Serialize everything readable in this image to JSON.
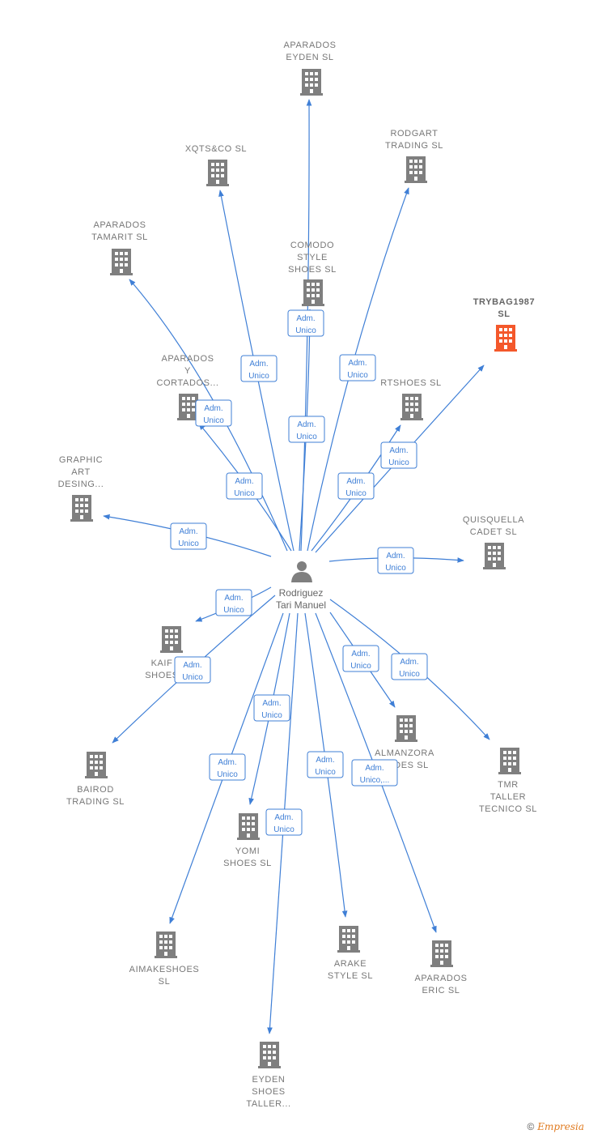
{
  "colors": {
    "edge": "#3f7fd6",
    "building": "#7f7f7f",
    "building_highlight": "#f4582b",
    "person": "#7f7f7f"
  },
  "center": {
    "name_lines": [
      "Rodriguez",
      "Tari Manuel"
    ],
    "icon": "person-icon"
  },
  "nodes": [
    {
      "id": "aparados-eyden",
      "label": [
        "APARADOS",
        "EYDEN  SL"
      ],
      "icon": "building-icon"
    },
    {
      "id": "rodgart",
      "label": [
        "RODGART",
        "TRADING  SL"
      ],
      "icon": "building-icon"
    },
    {
      "id": "xqts",
      "label": [
        "XQTS&CO  SL"
      ],
      "icon": "building-icon"
    },
    {
      "id": "aparados-tamarit",
      "label": [
        "APARADOS",
        "TAMARIT  SL"
      ],
      "icon": "building-icon"
    },
    {
      "id": "comodo",
      "label": [
        "COMODO",
        "STYLE",
        "SHOES  SL"
      ],
      "icon": "building-icon"
    },
    {
      "id": "trybag",
      "label": [
        "TRYBAG1987",
        "SL"
      ],
      "icon": "building-icon",
      "highlight": true
    },
    {
      "id": "aparados-cortados",
      "label": [
        "APARADOS",
        "Y",
        "CORTADOS..."
      ],
      "icon": "building-icon"
    },
    {
      "id": "rtshoes",
      "label": [
        "RTSHOES  SL"
      ],
      "icon": "building-icon"
    },
    {
      "id": "graphic",
      "label": [
        "GRAPHIC",
        "ART",
        "DESING..."
      ],
      "icon": "building-icon"
    },
    {
      "id": "quisquella",
      "label": [
        "QUISQUELLA",
        "CADET  SL"
      ],
      "icon": "building-icon"
    },
    {
      "id": "kaif",
      "label": [
        "KAIF",
        "SHOES"
      ],
      "icon": "building-icon"
    },
    {
      "id": "almanzora",
      "label": [
        "ALMANZORA",
        "SHOES  SL"
      ],
      "icon": "building-icon"
    },
    {
      "id": "tmr",
      "label": [
        "TMR",
        "TALLER",
        "TECNICO  SL"
      ],
      "icon": "building-icon"
    },
    {
      "id": "bairod",
      "label": [
        "BAIROD",
        "TRADING SL"
      ],
      "icon": "building-icon"
    },
    {
      "id": "yomi",
      "label": [
        "YOMI",
        "SHOES  SL"
      ],
      "icon": "building-icon"
    },
    {
      "id": "aimakeshoes",
      "label": [
        "AIMAKESHOES",
        "SL"
      ],
      "icon": "building-icon"
    },
    {
      "id": "arake",
      "label": [
        "ARAKE",
        "STYLE  SL"
      ],
      "icon": "building-icon"
    },
    {
      "id": "aparados-eric",
      "label": [
        "APARADOS",
        "ERIC  SL"
      ],
      "icon": "building-icon"
    },
    {
      "id": "eyden-taller",
      "label": [
        "EYDEN",
        "SHOES",
        "TALLER..."
      ],
      "icon": "building-icon"
    }
  ],
  "relations": [
    {
      "to": "aparados-eyden",
      "label": [
        "Adm.",
        "Unico"
      ]
    },
    {
      "to": "comodo",
      "label": [
        "Adm.",
        "Unico"
      ]
    },
    {
      "to": "rodgart",
      "label": [
        "Adm.",
        "Unico"
      ]
    },
    {
      "to": "xqts",
      "label": [
        "Adm.",
        "Unico"
      ]
    },
    {
      "to": "aparados-tamarit",
      "label": [
        "Adm.",
        "Unico"
      ]
    },
    {
      "to": "aparados-cortados",
      "label": [
        "Adm.",
        "Unico"
      ]
    },
    {
      "to": "rtshoes",
      "label": [
        "Adm.",
        "Unico"
      ]
    },
    {
      "to": "trybag",
      "label": [
        "Adm.",
        "Unico"
      ]
    },
    {
      "to": "graphic",
      "label": [
        "Adm.",
        "Unico"
      ]
    },
    {
      "to": "quisquella",
      "label": [
        "Adm.",
        "Unico"
      ]
    },
    {
      "to": "kaif",
      "label": [
        "Adm.",
        "Unico"
      ]
    },
    {
      "to": "bairod",
      "label": [
        "Adm.",
        "Unico"
      ]
    },
    {
      "to": "almanzora",
      "label": [
        "Adm.",
        "Unico"
      ]
    },
    {
      "to": "tmr",
      "label": [
        "Adm.",
        "Unico"
      ]
    },
    {
      "to": "yomi",
      "label": [
        "Adm.",
        "Unico"
      ]
    },
    {
      "to": "aimakeshoes",
      "label": [
        "Adm.",
        "Unico"
      ]
    },
    {
      "to": "arake",
      "label": [
        "Adm.",
        "Unico"
      ]
    },
    {
      "to": "aparados-eric",
      "label": [
        "Adm.",
        "Unico,..."
      ]
    },
    {
      "to": "eyden-taller",
      "label": [
        "Adm.",
        "Unico"
      ]
    }
  ],
  "footer": {
    "copyright": "©",
    "brand": "Empresia"
  }
}
